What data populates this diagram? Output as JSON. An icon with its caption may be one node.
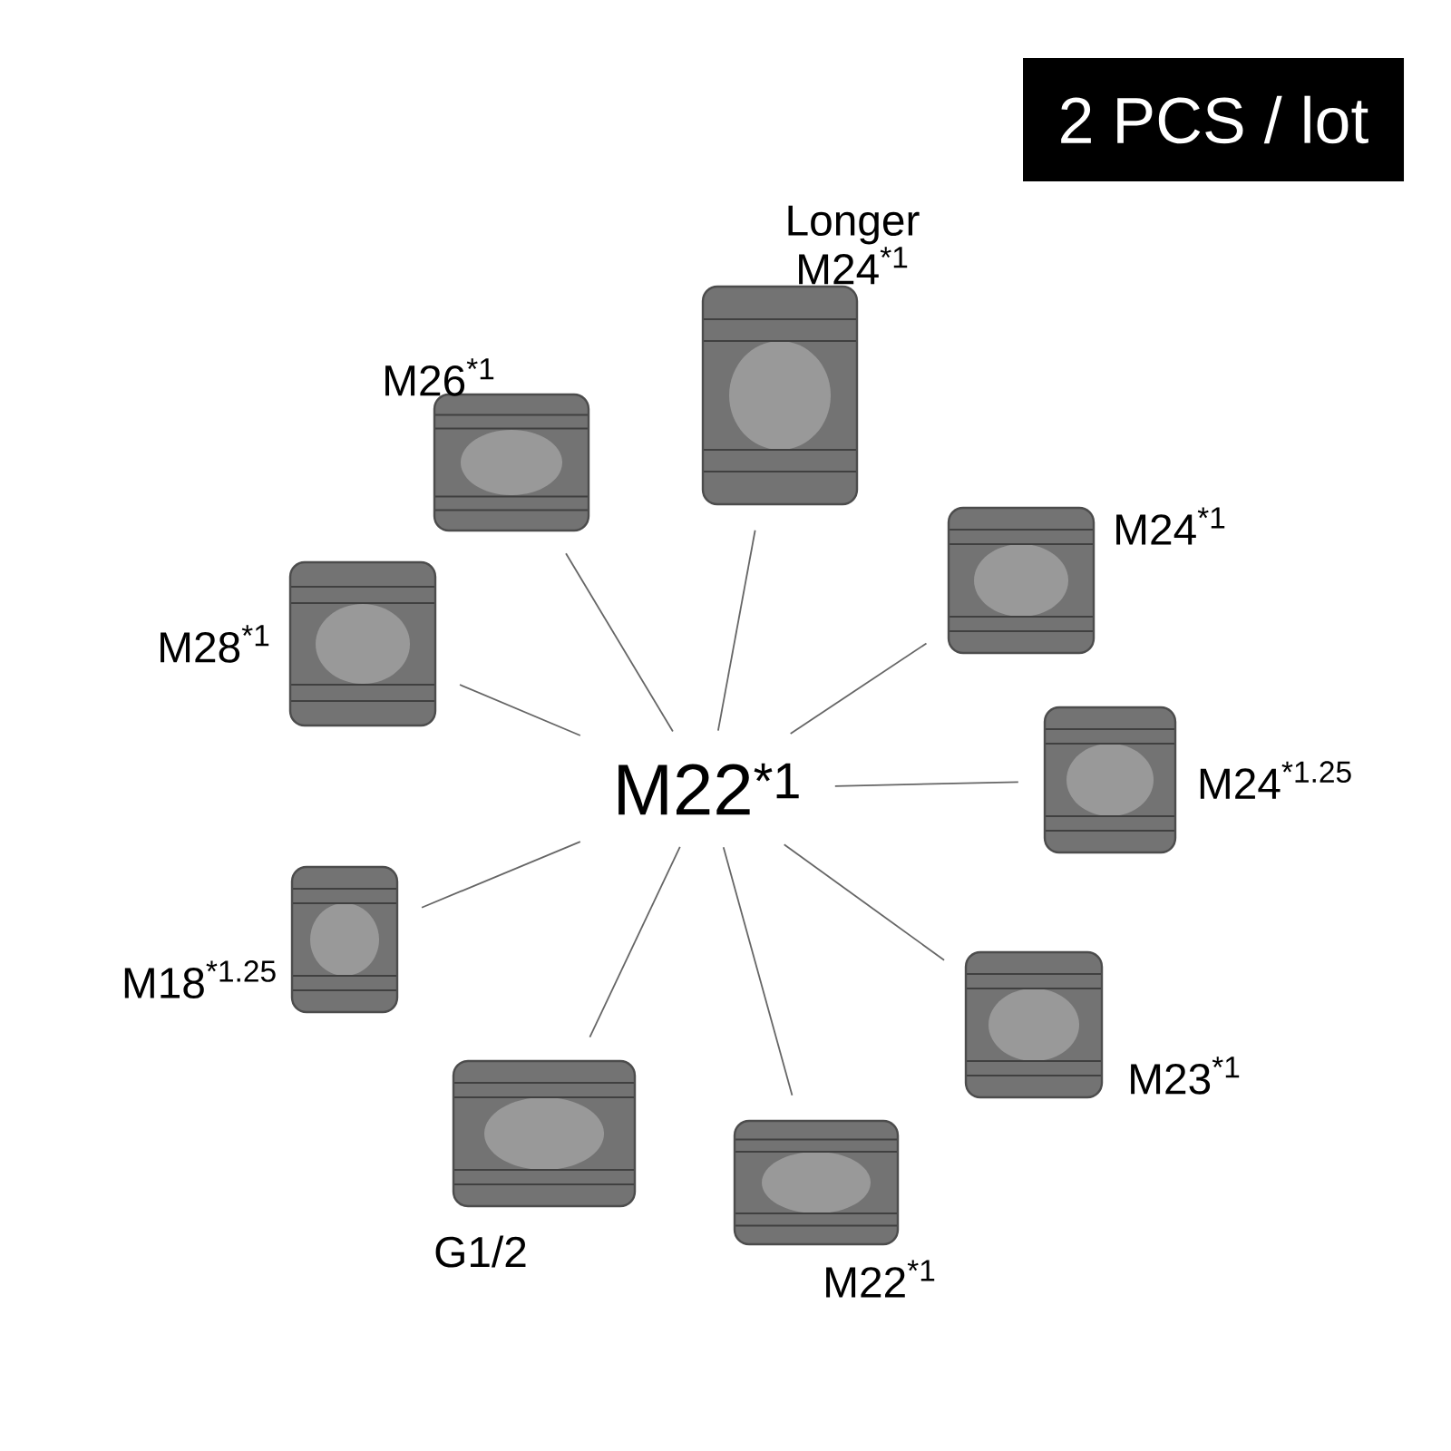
{
  "diagram": {
    "nodes": [
      {
        "text": [
          "M22$^{*1}$"
        ]
      },
      {
        "text": [],
        "shape": "picture",
        "beside": [
          "M26$^{*1}$"
        ]
      },
      {
        "text": [],
        "shape": "picture",
        "beside": [
          "Longer M24$^{*1}$"
        ]
      },
      {
        "text": [],
        "shape": "picture",
        "beside": [
          "M24$^{*1}$"
        ]
      },
      {
        "text": [],
        "shape": "picture",
        "beside": [
          "M28$^{*1}$"
        ]
      },
      {
        "text": [],
        "shape": "picture",
        "beside": [
          "M24$^{*1.25}$"
        ]
      },
      {
        "text": [],
        "shape": "picture",
        "beside": [
          "M18$^{*1.25}$"
        ]
      },
      {
        "text": [],
        "shape": "picture",
        "beside": [
          "M23$^{*1}$"
        ]
      },
      {
        "text": [],
        "shape": "picture",
        "beside": [
          "G1/2"
        ]
      },
      {
        "text": [],
        "shape": "picture",
        "beside": [
          "M22$^{*1}$"
        ]
      }
    ],
    "edges": [
      {
        "from": 0,
        "to": 1,
        "arrow": "none"
      },
      {
        "from": 0,
        "to": 2,
        "arrow": "none"
      },
      {
        "from": 0,
        "to": 3,
        "arrow": "none"
      },
      {
        "from": 0,
        "to": 4,
        "arrow": "none"
      },
      {
        "from": 0,
        "to": 5,
        "arrow": "none"
      },
      {
        "from": 0,
        "to": 6,
        "arrow": "none"
      },
      {
        "from": 0,
        "to": 7,
        "arrow": "none"
      },
      {
        "from": 0,
        "to": 8,
        "arrow": "none"
      },
      {
        "from": 0,
        "to": 9,
        "arrow": "none"
      }
    ],
    "labels": [
      "2 PCS / lot"
    ]
  }
}
